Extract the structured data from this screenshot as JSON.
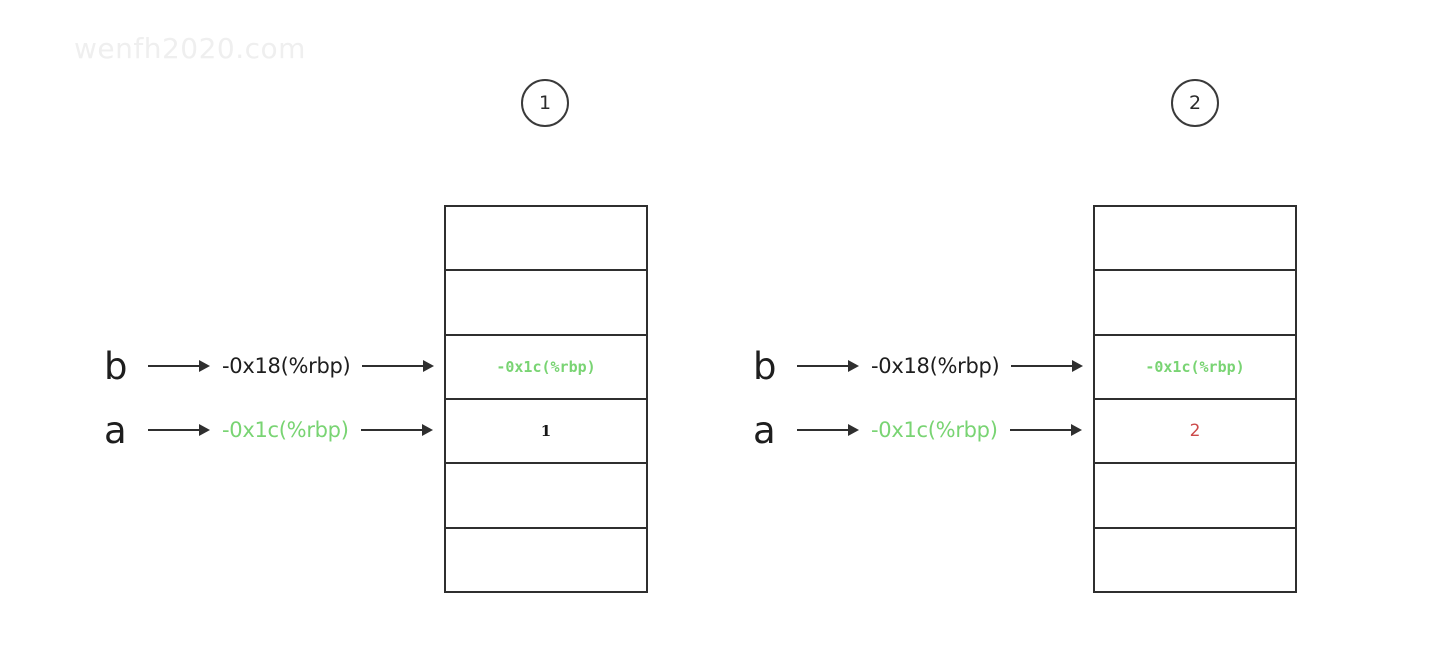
{
  "watermark": "wenfh2020.com",
  "colors": {
    "green": "#79d473",
    "red": "#cc4a4a",
    "stroke": "#2f2f2f",
    "text": "#1e1e1e",
    "watermark": "#efefef",
    "background": "#ffffff"
  },
  "panels": [
    {
      "step_label": "1",
      "variables": [
        {
          "name": "b",
          "address": "-0x18(%rbp)",
          "address_color": "#1e1e1e"
        },
        {
          "name": "a",
          "address": "-0x1c(%rbp)",
          "address_color": "#79d473"
        }
      ],
      "memory_cells": [
        {
          "text": "",
          "style": "empty"
        },
        {
          "text": "",
          "style": "empty"
        },
        {
          "text": "-0x1c(%rbp)",
          "style": "addr-green"
        },
        {
          "text": "1",
          "style": "value-black"
        },
        {
          "text": "",
          "style": "empty"
        },
        {
          "text": "",
          "style": "empty"
        }
      ]
    },
    {
      "step_label": "2",
      "variables": [
        {
          "name": "b",
          "address": "-0x18(%rbp)",
          "address_color": "#1e1e1e"
        },
        {
          "name": "a",
          "address": "-0x1c(%rbp)",
          "address_color": "#79d473"
        }
      ],
      "memory_cells": [
        {
          "text": "",
          "style": "empty"
        },
        {
          "text": "",
          "style": "empty"
        },
        {
          "text": "-0x1c(%rbp)",
          "style": "addr-green"
        },
        {
          "text": "2",
          "style": "value-red"
        },
        {
          "text": "",
          "style": "empty"
        },
        {
          "text": "",
          "style": "empty"
        }
      ]
    }
  ]
}
